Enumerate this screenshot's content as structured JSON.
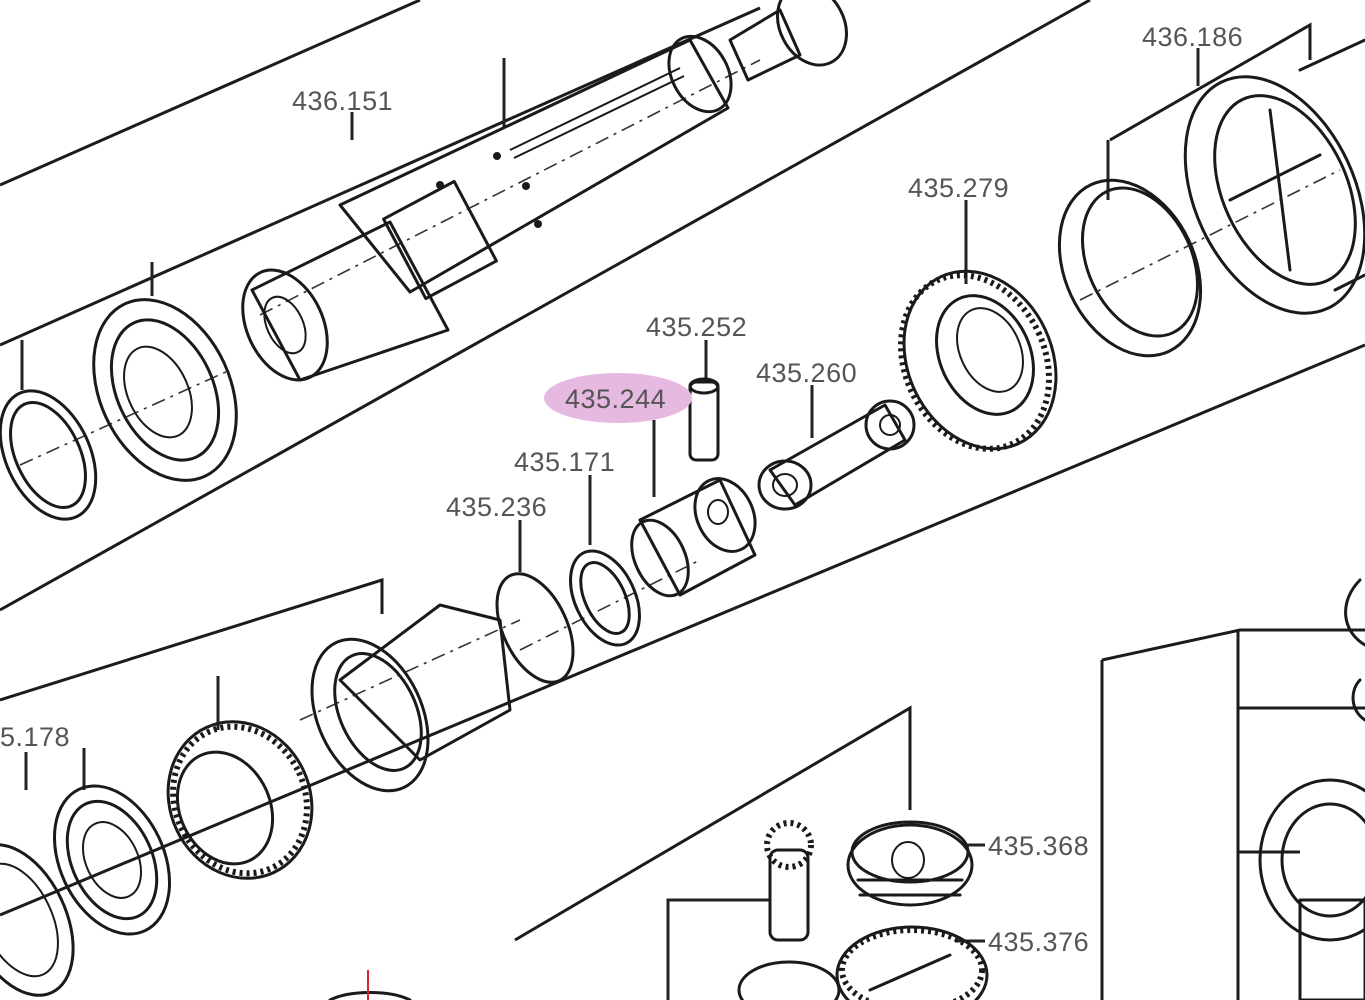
{
  "diagram": {
    "labels": {
      "p436151": "436.151",
      "p436186": "436.186",
      "p435279": "435.279",
      "p435252": "435.252",
      "p435244": "435.244",
      "p435260": "435.260",
      "p435171": "435.171",
      "p435236": "435.236",
      "p178": "5.178",
      "p435368": "435.368",
      "p435376": "435.376"
    },
    "highlighted_part": "435.244",
    "highlight_color": "#e6b9e0",
    "line_color": "#1a1a1a",
    "label_color": "#555555"
  }
}
